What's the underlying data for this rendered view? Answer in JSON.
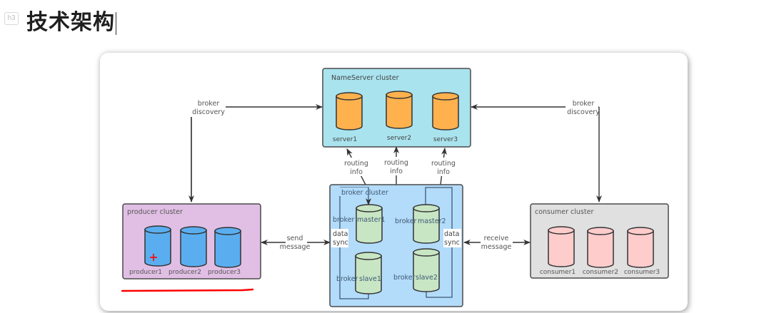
{
  "document": {
    "heading_level_badge": "h3",
    "heading": "技术架构"
  },
  "diagram": {
    "nameserver": {
      "title": "NameServer cluster",
      "fill": "#a9e3ee",
      "node_fill": "#ffb14d",
      "nodes": [
        "server1",
        "server2",
        "server3"
      ]
    },
    "broker": {
      "title": "broker  cluster",
      "fill": "#b3dbfa",
      "node_fill": "#c8e6c4",
      "master1": "master1",
      "master2": "master2",
      "slave1": "slave1",
      "slave2": "slave2",
      "broker_label": "broker",
      "data_sync_left": [
        "data",
        "sync"
      ],
      "data_sync_right": [
        "data",
        "sync"
      ]
    },
    "producer": {
      "title": "producer cluster",
      "fill": "#e1bfe4",
      "node_fill": "#5aaef0",
      "nodes": [
        "producer1",
        "producer2",
        "producer3"
      ]
    },
    "consumer": {
      "title": "consumer cluster",
      "fill": "#e0e0e0",
      "node_fill": "#ffcccc",
      "nodes": [
        "consumer1",
        "consumer2",
        "consumer3"
      ]
    },
    "edges": {
      "broker_discovery_left": [
        "broker",
        "discovery"
      ],
      "broker_discovery_right": [
        "broker",
        "discovery"
      ],
      "routing_info_1": [
        "routing",
        "info"
      ],
      "routing_info_2": [
        "routing",
        "info"
      ],
      "routing_info_3": [
        "routing",
        "info"
      ],
      "send_message": [
        "send",
        "message"
      ],
      "receive_message": [
        "receive",
        "message"
      ]
    },
    "annotation_color": "#ff0000"
  }
}
